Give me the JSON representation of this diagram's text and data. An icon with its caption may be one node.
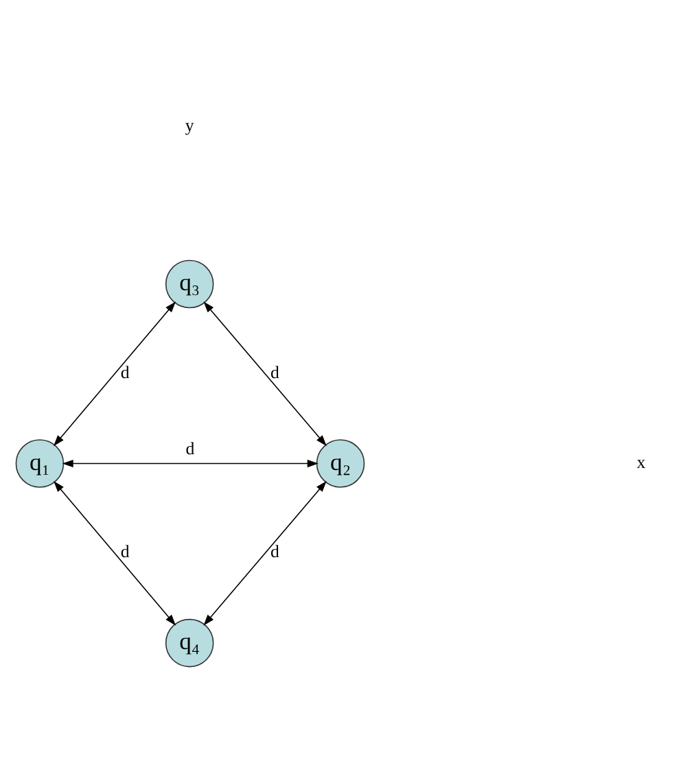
{
  "diagram": {
    "nodes": [
      {
        "text": [
          "q₃"
        ]
      },
      {
        "text": [
          "q₁"
        ]
      },
      {
        "text": [
          "q₂"
        ]
      },
      {
        "text": [
          "q₄"
        ]
      }
    ],
    "edges": [
      {
        "from": 1,
        "to": 0,
        "arrow": "both",
        "label": "d"
      },
      {
        "from": 0,
        "to": 2,
        "arrow": "both",
        "label": "d"
      },
      {
        "from": 1,
        "to": 2,
        "arrow": "both",
        "label": "d"
      },
      {
        "from": 1,
        "to": 3,
        "arrow": "both",
        "label": "d"
      },
      {
        "from": 2,
        "to": 3,
        "arrow": "both",
        "label": "d"
      }
    ],
    "labels": [
      "y",
      "x"
    ]
  }
}
